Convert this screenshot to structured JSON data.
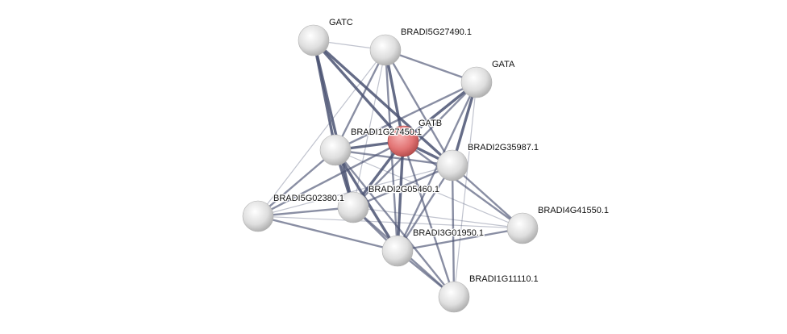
{
  "network": {
    "colors": {
      "edge": "#4a5272",
      "query_node": "#e07070",
      "node": "#d8d8d8"
    },
    "nodes": [
      {
        "id": "GATC",
        "label": "GATC",
        "query": false
      },
      {
        "id": "BRADI5G27490.1",
        "label": "BRADI5G27490.1",
        "query": false
      },
      {
        "id": "GATA",
        "label": "GATA",
        "query": false
      },
      {
        "id": "GATB",
        "label": "GATB",
        "query": true
      },
      {
        "id": "BRADI1G27450.1",
        "label": "BRADI1G27450.1",
        "query": false
      },
      {
        "id": "BRADI2G35987.1",
        "label": "BRADI2G35987.1",
        "query": false
      },
      {
        "id": "BRADI2G05460.1",
        "label": "BRADI2G05460.1",
        "query": false
      },
      {
        "id": "BRADI5G02380.1",
        "label": "BRADI5G02380.1",
        "query": false
      },
      {
        "id": "BRADI4G41550.1",
        "label": "BRADI4G41550.1",
        "query": false
      },
      {
        "id": "BRADI3G01950.1",
        "label": "BRADI3G01950.1",
        "query": false
      },
      {
        "id": "BRADI1G11110.1",
        "label": "BRADI1G11110.1",
        "query": false
      }
    ],
    "edges": [
      [
        "GATC",
        "BRADI5G27490.1",
        1
      ],
      [
        "GATC",
        "GATB",
        3
      ],
      [
        "GATC",
        "BRADI1G27450.1",
        3
      ],
      [
        "GATC",
        "BRADI2G35987.1",
        3
      ],
      [
        "GATC",
        "BRADI2G05460.1",
        3
      ],
      [
        "BRADI5G27490.1",
        "GATA",
        2
      ],
      [
        "BRADI5G27490.1",
        "GATB",
        3
      ],
      [
        "BRADI5G27490.1",
        "BRADI1G27450.1",
        2
      ],
      [
        "BRADI5G27490.1",
        "BRADI2G35987.1",
        2
      ],
      [
        "BRADI5G27490.1",
        "BRADI2G05460.1",
        1
      ],
      [
        "BRADI5G27490.1",
        "BRADI5G02380.1",
        1
      ],
      [
        "BRADI5G27490.1",
        "BRADI3G01950.1",
        2
      ],
      [
        "GATA",
        "GATB",
        3
      ],
      [
        "GATA",
        "BRADI1G27450.1",
        2
      ],
      [
        "GATA",
        "BRADI2G35987.1",
        3
      ],
      [
        "GATA",
        "BRADI2G05460.1",
        2
      ],
      [
        "GATA",
        "BRADI3G01950.1",
        2
      ],
      [
        "GATA",
        "BRADI1G11110.1",
        1
      ],
      [
        "GATB",
        "BRADI1G27450.1",
        3
      ],
      [
        "GATB",
        "BRADI2G35987.1",
        3
      ],
      [
        "GATB",
        "BRADI2G05460.1",
        3
      ],
      [
        "GATB",
        "BRADI5G02380.1",
        2
      ],
      [
        "GATB",
        "BRADI3G01950.1",
        3
      ],
      [
        "GATB",
        "BRADI1G11110.1",
        2
      ],
      [
        "GATB",
        "BRADI4G41550.1",
        2
      ],
      [
        "BRADI1G27450.1",
        "BRADI2G35987.1",
        2
      ],
      [
        "BRADI1G27450.1",
        "BRADI2G05460.1",
        3
      ],
      [
        "BRADI1G27450.1",
        "BRADI5G02380.1",
        2
      ],
      [
        "BRADI1G27450.1",
        "BRADI3G01950.1",
        3
      ],
      [
        "BRADI1G27450.1",
        "BRADI4G41550.1",
        1
      ],
      [
        "BRADI1G27450.1",
        "BRADI1G11110.1",
        2
      ],
      [
        "BRADI2G35987.1",
        "BRADI2G05460.1",
        2
      ],
      [
        "BRADI2G35987.1",
        "BRADI3G01950.1",
        2
      ],
      [
        "BRADI2G35987.1",
        "BRADI4G41550.1",
        2
      ],
      [
        "BRADI2G35987.1",
        "BRADI1G11110.1",
        2
      ],
      [
        "BRADI2G35987.1",
        "BRADI5G02380.1",
        1
      ],
      [
        "BRADI2G05460.1",
        "BRADI5G02380.1",
        2
      ],
      [
        "BRADI2G05460.1",
        "BRADI3G01950.1",
        2
      ],
      [
        "BRADI2G05460.1",
        "BRADI4G41550.1",
        1
      ],
      [
        "BRADI2G05460.1",
        "BRADI1G11110.1",
        2
      ],
      [
        "BRADI5G02380.1",
        "BRADI3G01950.1",
        2
      ],
      [
        "BRADI5G02380.1",
        "BRADI4G41550.1",
        1
      ],
      [
        "BRADI3G01950.1",
        "BRADI4G41550.1",
        2
      ],
      [
        "BRADI3G01950.1",
        "BRADI1G11110.1",
        2
      ]
    ]
  }
}
